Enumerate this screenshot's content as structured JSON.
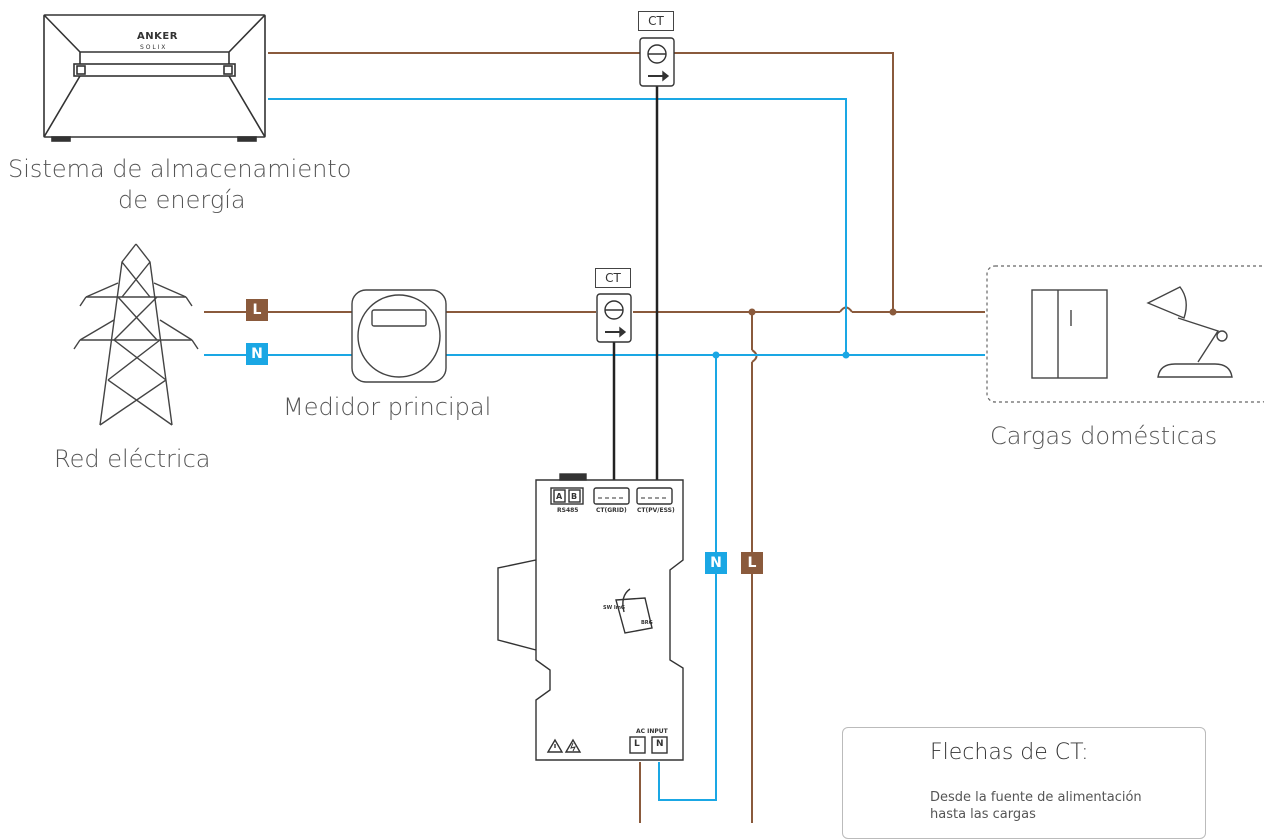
{
  "labels": {
    "storage_line1": "Sistema de almacenamiento",
    "storage_line2": "de energía",
    "grid": "Red eléctrica",
    "meter": "Medidor principal",
    "loads": "Cargas domésticas"
  },
  "brand": {
    "name": "ANKER",
    "sub": "S O L I X"
  },
  "ct": {
    "top": "CT",
    "middle": "CT"
  },
  "tags": {
    "l_grid": "L",
    "n_grid": "N",
    "n_device": "N",
    "l_device": "L"
  },
  "device": {
    "rs485": "RS485",
    "ct_grid": "CT(GRID)",
    "ct_pv_ess": "CT(PV/ESS)",
    "terminal_a": "A",
    "terminal_b": "B",
    "ac_input": "AC INPUT",
    "terminal_l": "L",
    "terminal_n": "N",
    "sw1": "SW ImG",
    "sw2": "BRG"
  },
  "legend": {
    "title": "Flechas de CT:",
    "desc_line1": "Desde la fuente de alimentación",
    "desc_line2": "hasta las cargas"
  },
  "colors": {
    "live": "#8a5a3c",
    "neutral": "#1aa7e4",
    "signal": "#222222"
  },
  "icons": [
    "energy-storage-icon",
    "transmission-tower-icon",
    "electric-meter-icon",
    "ct-clamp-icon",
    "refrigerator-icon",
    "desk-lamp-icon",
    "smart-meter-device-icon",
    "arrow-right-icon"
  ]
}
